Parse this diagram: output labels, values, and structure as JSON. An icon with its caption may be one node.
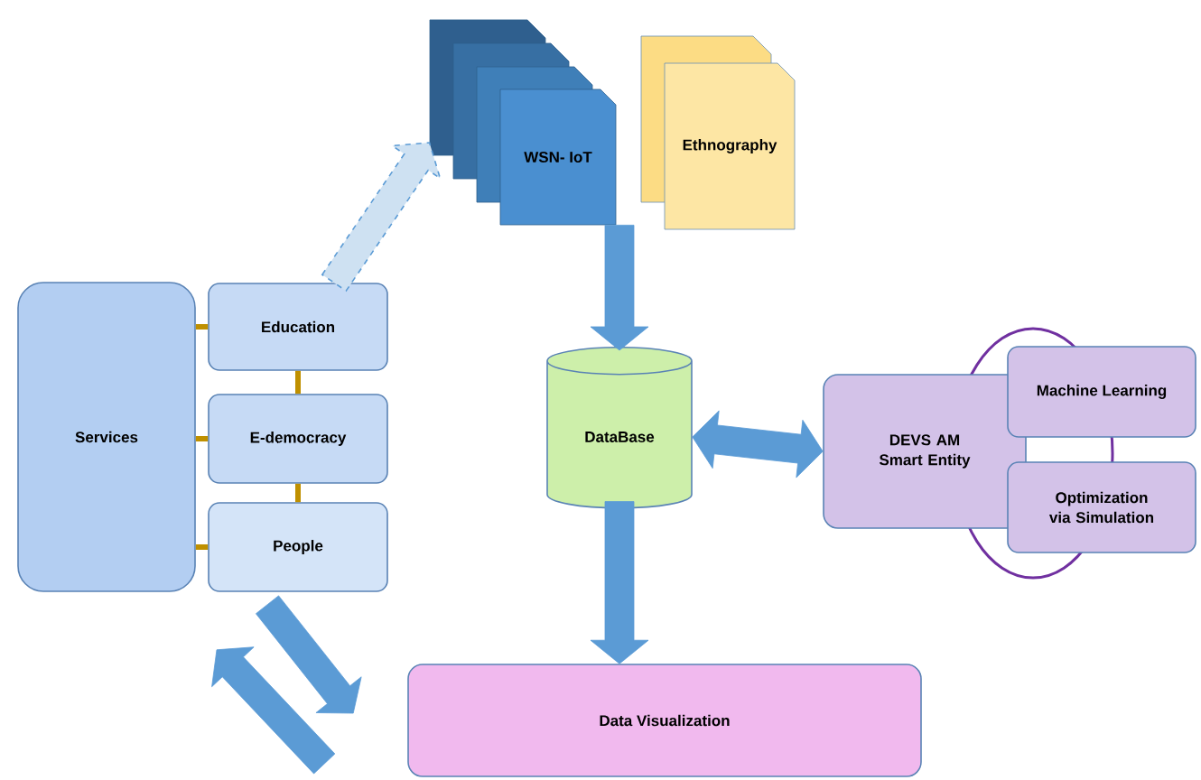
{
  "diagram": {
    "nodes": [
      {
        "text": [
          "Services"
        ]
      },
      {
        "text": [
          "Education"
        ]
      },
      {
        "text": [
          "E-democracy"
        ]
      },
      {
        "text": [
          "People"
        ]
      },
      {
        "text": [
          "WSN- IoT"
        ]
      },
      {
        "text": [
          "Ethnography"
        ]
      },
      {
        "text": [
          "DataBase"
        ]
      },
      {
        "text": [
          "DEVS AM Smart Entity"
        ]
      },
      {
        "text": [
          "Machine Learning"
        ]
      },
      {
        "text": [
          "Optimization via Simulation"
        ]
      },
      {
        "text": [
          "Data Visualization"
        ]
      }
    ],
    "edges": [
      {
        "from": 0,
        "to": 1,
        "arrow": "none",
        "color": "#bf9000"
      },
      {
        "from": 0,
        "to": 2,
        "arrow": "none",
        "color": "#bf9000"
      },
      {
        "from": 0,
        "to": 3,
        "arrow": "none",
        "color": "#bf9000"
      },
      {
        "from": 1,
        "to": 2,
        "arrow": "none",
        "color": "#bf9000"
      },
      {
        "from": 2,
        "to": 3,
        "arrow": "none",
        "color": "#bf9000"
      },
      {
        "from": 1,
        "to": 4,
        "arrow": "to",
        "style": "dashed"
      },
      {
        "from": 4,
        "to": 6,
        "arrow": "to"
      },
      {
        "from": 6,
        "to": 7,
        "arrow": "both"
      },
      {
        "from": 6,
        "to": 10,
        "arrow": "to"
      },
      {
        "from": 3,
        "to": 10,
        "arrow": "to"
      },
      {
        "from": 10,
        "to": 3,
        "arrow": "to"
      }
    ]
  }
}
